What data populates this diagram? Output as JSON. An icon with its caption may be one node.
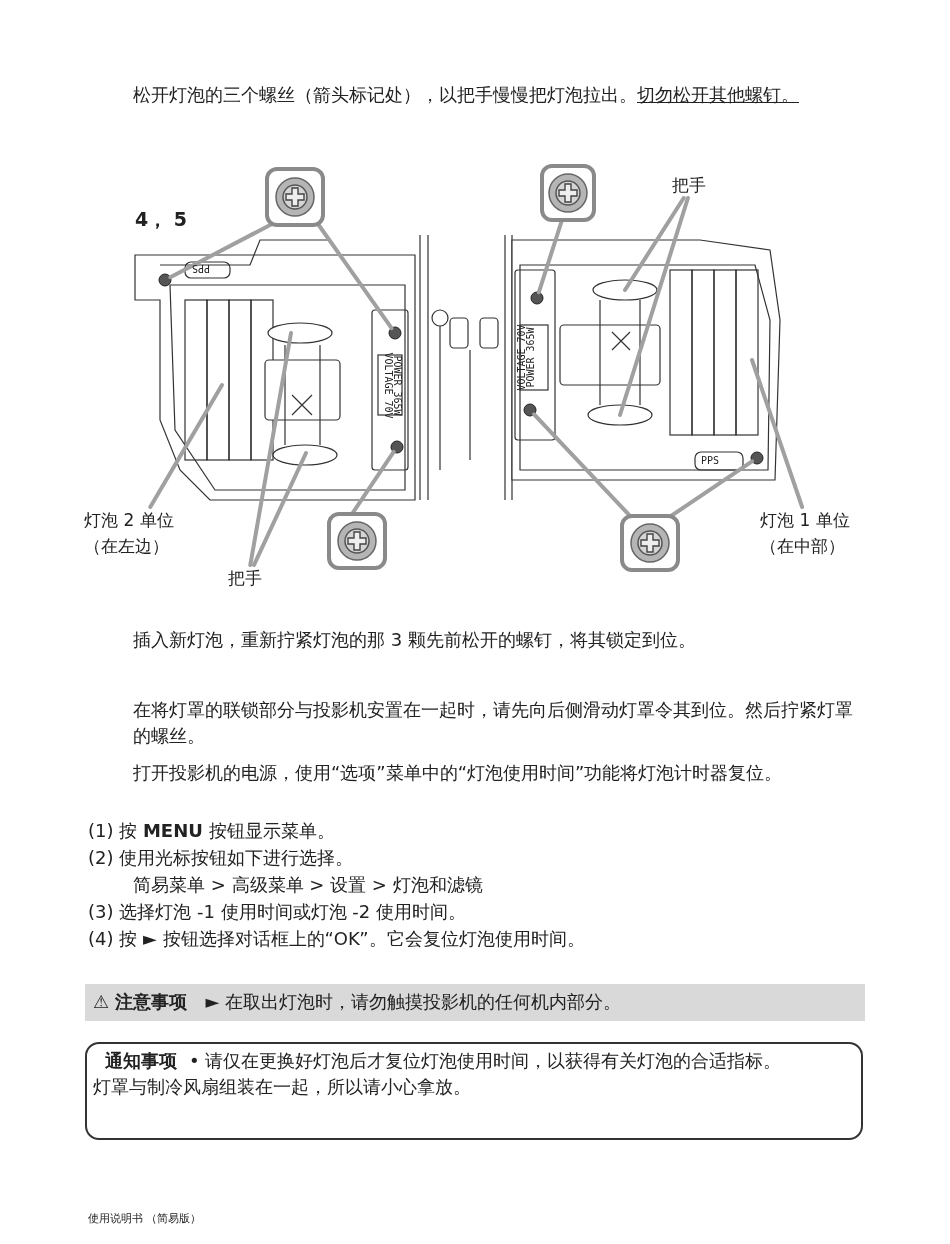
{
  "diagram": {
    "nodes": [
      {
        "text": [],
        "shape": "picture"
      },
      {
        "text": [],
        "shape": "picture"
      },
      {
        "text": [
          "把手"
        ]
      },
      {
        "text": [
          "灯泡 2 单位（在左边）"
        ]
      },
      {
        "text": [
          "灯泡 1 单位（在中部）"
        ]
      },
      {
        "text": [],
        "shape": "picture"
      },
      {
        "text": [],
        "shape": "picture"
      },
      {
        "text": [
          "把手"
        ]
      },
      {
        "text": [
          "⚠ 注意事项",
          "► 在取出灯泡时，请勿触摸投影机的任何机内部分。"
        ]
      },
      {
        "text": [
          "通知事项",
          "• 请仅在更换好灯泡后才复位灯泡使用时间，以获得有关灯泡的合适指标。",
          "灯罩与制冷风扇组装在一起，所以请小心拿放。"
        ]
      },
      {
        "text": [],
        "shape": "circle"
      },
      {
        "text": [],
        "shape": "circle"
      },
      {
        "text": [],
        "shape": "circle"
      },
      {
        "text": [],
        "shape": "circle"
      },
      {
        "text": [],
        "shape": "circle"
      },
      {
        "text": [],
        "shape": "circle"
      }
    ],
    "edges": [
      {
        "from": 0,
        "to": 10,
        "arrow": "none"
      },
      {
        "from": 0,
        "to": 11,
        "arrow": "none"
      },
      {
        "from": 1,
        "to": 13,
        "arrow": "none"
      },
      {
        "from": 2,
        "to": null,
        "arrow": "none"
      },
      {
        "from": 2,
        "to": null,
        "arrow": "none"
      },
      {
        "from": 3,
        "to": null,
        "arrow": "none"
      },
      {
        "from": 4,
        "to": null,
        "arrow": "none"
      },
      {
        "from": 5,
        "to": 12,
        "arrow": "none"
      },
      {
        "from": 6,
        "to": 14,
        "arrow": "none"
      },
      {
        "from": 6,
        "to": 15,
        "arrow": "none"
      },
      {
        "from": 7,
        "to": null,
        "arrow": "none"
      },
      {
        "from": 7,
        "to": null,
        "arrow": "none"
      }
    ],
    "labels": [
      "松开灯泡的三个螺丝（箭头标记处），以把手慢慢把灯泡拉出。",
      "切勿松开其他螺钉。",
      "4， 5",
      "PPS",
      "VOLTAGE 70V",
      "POWER 365W",
      "VOLTAGE 70V",
      "POWER 365W",
      "PPS",
      "插入新灯泡，重新拧紧灯泡的那 3 颗先前松开的螺钉，将其锁定到位。",
      "在将灯罩的联锁部分与投影机安置在一起时，请先向后侧滑动灯罩令其到位。然后拧紧灯罩的螺丝。",
      "打开投影机的电源，使用“选项”菜单中的“灯泡使用时间”功能将灯泡计时器复位。",
      "(1) 按 **MENU** 按钮显示菜单。",
      "(2) 使用光标按钮如下进行选择。",
      "简易菜单 > 高级菜单 > 设置 > 灯泡和滤镜",
      "(3) 选择灯泡 -1 使用时间或灯泡 -2 使用时间。",
      "(4) 按 ► 按钮选择对话框上的“OK”。它会复位灯泡使用时间。",
      "使用说明书 （简易版）"
    ]
  }
}
